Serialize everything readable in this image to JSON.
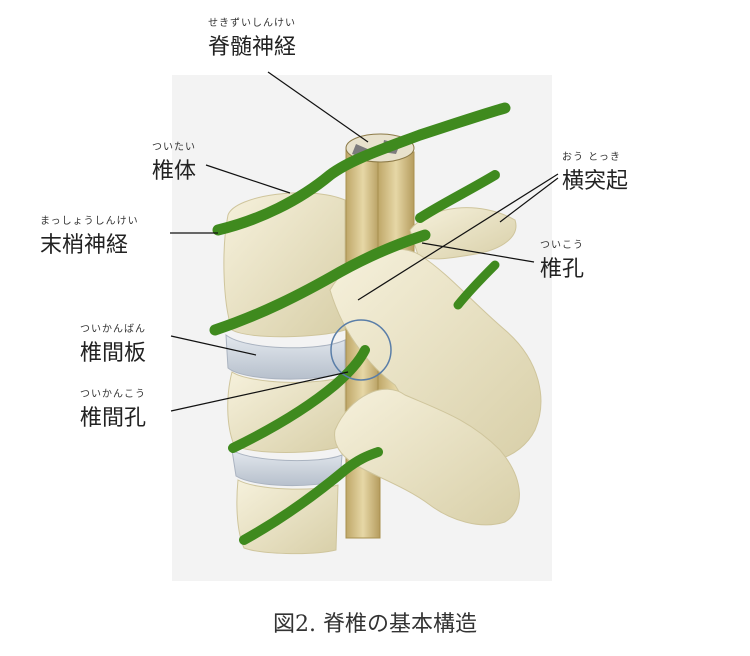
{
  "labels": {
    "spinal_cord": {
      "ruby": "せきずいしんけい",
      "term": "脊髄神経"
    },
    "vertebral_body": {
      "ruby": "ついたい",
      "term": "椎体"
    },
    "peripheral_nerve": {
      "ruby": "まっしょうしんけい",
      "term": "末梢神経"
    },
    "disc": {
      "ruby": "ついかんばん",
      "term": "椎間板"
    },
    "interverteb_foramen": {
      "ruby": "ついかんこう",
      "term": "椎間孔"
    },
    "transverse": {
      "ruby": "おう とっき",
      "term": "横突起"
    },
    "foramen": {
      "ruby": "ついこう",
      "term": "椎孔"
    }
  },
  "caption": "図2. 脊椎の基本構造",
  "colors": {
    "bone": "#ece5c6",
    "bone_shade": "#cfc59c",
    "nerve": "#3f8a1e",
    "nerve_dark": "#2d6614",
    "cord": "#d8c58e",
    "disc": "#c9d1db",
    "panel": "#f3f3f3",
    "circle": "#5a7ea8"
  }
}
